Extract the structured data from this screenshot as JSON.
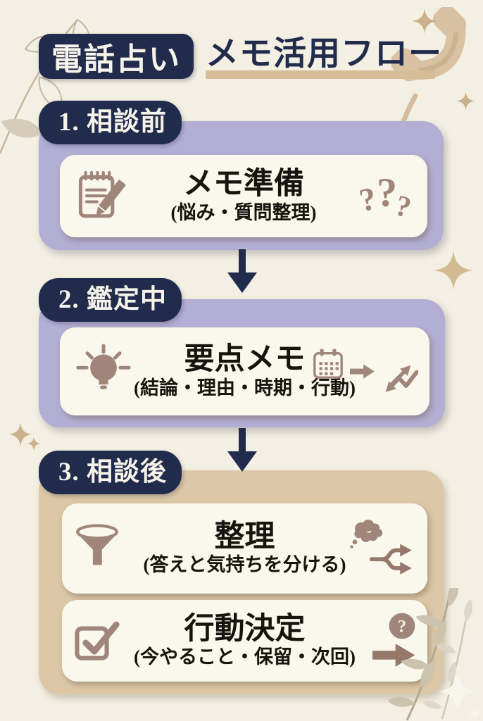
{
  "header": {
    "badge": "電話占い",
    "title": "メモ活用フロー"
  },
  "sections": [
    {
      "label": "1. 相談前",
      "cards": [
        {
          "title": "メモ準備",
          "subtitle": "(悩み・質問整理)",
          "icon": "notepad-pencil",
          "right_icon": "question-marks",
          "marks": [
            "?",
            "?",
            "?"
          ]
        }
      ]
    },
    {
      "label": "2. 鑑定中",
      "cards": [
        {
          "title": "要点メモ",
          "subtitle": "(結論・理由・時期・行動)",
          "icon": "lightbulb",
          "right_icons": [
            "calendar",
            "arrow-right",
            "swap-check"
          ]
        }
      ]
    },
    {
      "label": "3. 相談後",
      "cards": [
        {
          "title": "整理",
          "subtitle": "(答えと気持ちを分ける)",
          "icon": "funnel",
          "right_icons": [
            "thought-cloud",
            "split-arrows"
          ]
        },
        {
          "title": "行動決定",
          "subtitle": "(今やること・保留・次回)",
          "icon": "checkbox-check",
          "right_icons": [
            "question-circle",
            "arrow-right-bold"
          ]
        }
      ]
    }
  ],
  "icons": {
    "question_glyph": "?"
  },
  "colors": {
    "background": "#f3efe2",
    "navy": "#212b4c",
    "lavender": "#b3aed3",
    "tan": "#dcc7a6",
    "card": "#faf7ec",
    "mauve": "#a0867a",
    "mauve_dark": "#96786a",
    "tan_accent": "#d7bd97",
    "text_dark": "#17140f"
  }
}
